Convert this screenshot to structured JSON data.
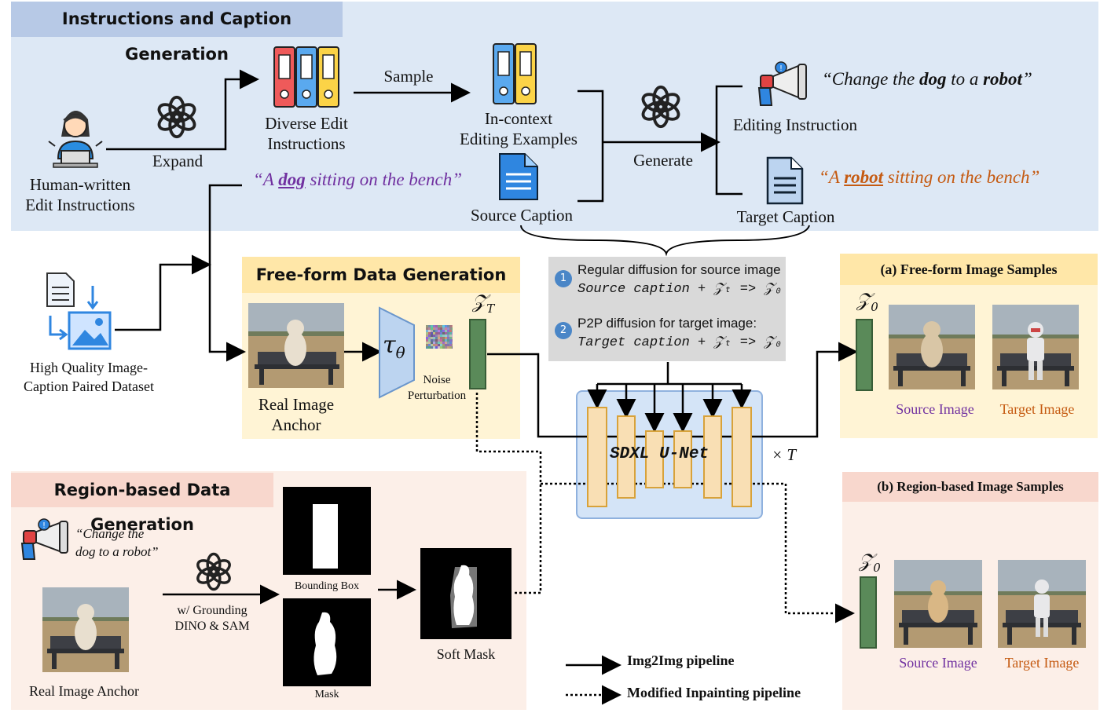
{
  "panels": {
    "instructions": {
      "title": "Instructions and Caption Generation",
      "human_label": [
        "Human-written",
        "Edit Instructions"
      ],
      "expand": "Expand",
      "diverse_label": [
        "Diverse Edit",
        "Instructions"
      ],
      "sample": "Sample",
      "incontext_label": [
        "In-context",
        "Editing Examples"
      ],
      "source_quote_open": "“A ",
      "source_quote_word": "dog",
      "source_quote_close": " sitting on the bench”",
      "source_caption": "Source Caption",
      "generate": "Generate",
      "editing_instruction": "Editing Instruction",
      "instr_quote_a": "“Change the ",
      "instr_quote_b": "dog",
      "instr_quote_c": " to a ",
      "instr_quote_d": "robot",
      "instr_quote_e": "”",
      "target_quote_open": "“A ",
      "target_quote_word": "robot",
      "target_quote_close": " sitting on the bench”",
      "target_caption": "Target Caption"
    },
    "dataset": {
      "label": [
        "High Quality Image-",
        "Caption Paired Dataset"
      ]
    },
    "freeform": {
      "title": "Free-form Data Generation",
      "real_anchor": [
        "Real Image",
        "Anchor"
      ],
      "tau": "τ",
      "tau_sub": "θ",
      "noise": [
        "Noise",
        "Perturbation"
      ],
      "zt": "𝒵",
      "zt_sub": "T"
    },
    "diffusion": {
      "step1_num": "1",
      "step1_title": "Regular diffusion for source image",
      "step1_formula": "Source caption + 𝒵ₜ => 𝒵₀",
      "step2_num": "2",
      "step2_title": "P2P diffusion for target image:",
      "step2_formula": "Target caption + 𝒵ₜ => 𝒵₀",
      "unet_label": "SDXL U-Net",
      "times_t": "× T"
    },
    "freeform_samples": {
      "title": "(a) Free-form Image Samples",
      "z0": "𝒵",
      "z0_sub": "0",
      "source": "Source Image",
      "target": "Target Image"
    },
    "region": {
      "title": "Region-based Data Generation",
      "quote": [
        "“Change the",
        "dog to a robot”"
      ],
      "grounding": [
        "w/ Grounding",
        "DINO & SAM"
      ],
      "bbox": "Bounding Box",
      "mask": "Mask",
      "soft_mask": "Soft Mask",
      "real_anchor": "Real Image Anchor"
    },
    "region_samples": {
      "title": "(b) Region-based Image Samples",
      "z0": "𝒵",
      "z0_sub": "0",
      "source": "Source Image",
      "target": "Target Image"
    },
    "legend": {
      "img2img": "Img2Img pipeline",
      "inpaint": "Modified Inpainting pipeline"
    }
  },
  "colors": {
    "top_panel": "#dde8f5",
    "top_header": "#b7c9e6",
    "freeform_panel": "#fff4d5",
    "freeform_header": "#ffe7a8",
    "samples_panel": "#fff4d5",
    "region_panel": "#fcefe8",
    "region_header": "#f8d7cd",
    "region_samples_header": "#f8d7cd",
    "unet_panel": "#d4e4f7",
    "diffusion_box": "#d9d9d9",
    "purple": "#7030a0",
    "orange": "#c55a11",
    "latent": "#5a8a59"
  },
  "icons": [
    "human-user-icon",
    "openai-logo-icon",
    "binders-icon",
    "document-icon",
    "megaphone-icon",
    "image-dataset-icon"
  ]
}
